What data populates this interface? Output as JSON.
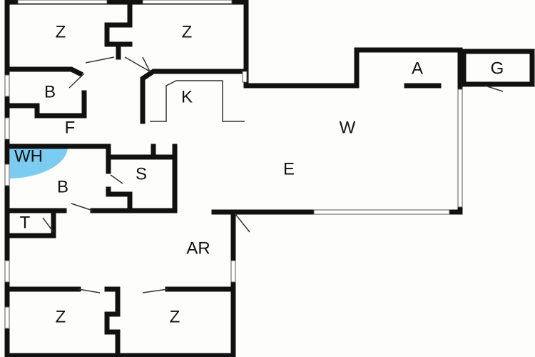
{
  "rooms": {
    "z1": "Z",
    "z2": "Z",
    "b1": "B",
    "k": "K",
    "f": "F",
    "w": "W",
    "a": "A",
    "g": "G",
    "wh": "WH",
    "e": "E",
    "b2": "B",
    "s": "S",
    "t": "T",
    "ar": "AR",
    "z3": "Z",
    "z4": "Z"
  },
  "colors": {
    "wh_zone": "#7ccbf0",
    "wall": "#111111"
  }
}
